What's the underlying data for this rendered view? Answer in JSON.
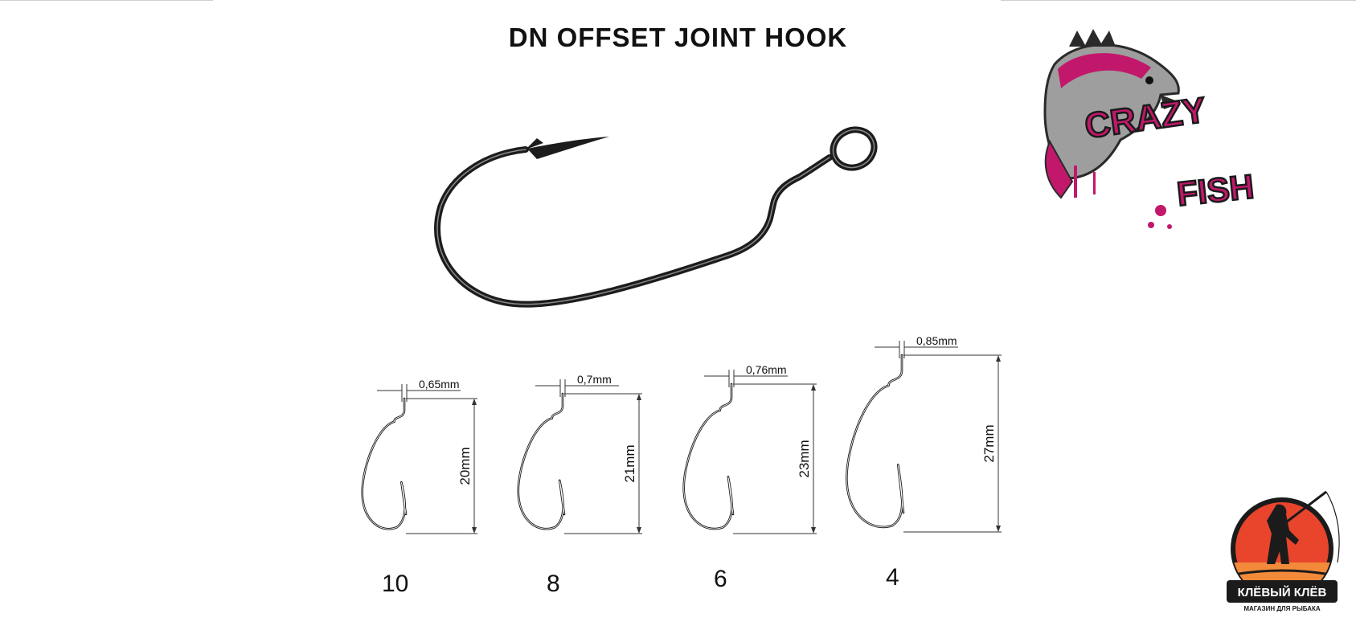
{
  "title": "DN OFFSET JOINT HOOK",
  "hooks": [
    {
      "size": "10",
      "wire": "0,65mm",
      "length": "20mm"
    },
    {
      "size": "8",
      "wire": "0,7mm",
      "length": "21mm"
    },
    {
      "size": "6",
      "wire": "0,76mm",
      "length": "23mm"
    },
    {
      "size": "4",
      "wire": "0,85mm",
      "length": "27mm"
    }
  ],
  "logos": {
    "crazy_fish": {
      "line1": "CRAZY",
      "line2": "FISH"
    },
    "shop": {
      "name": "КЛЁВЫЙ КЛЁВ",
      "tagline": "МАГАЗИН ДЛЯ РЫБАКА"
    }
  },
  "colors": {
    "hook": "#1a1a1a",
    "crazy_fish_pink": "#c2186b",
    "shop_red": "#e8452c",
    "shop_dark": "#1b1b1b"
  }
}
